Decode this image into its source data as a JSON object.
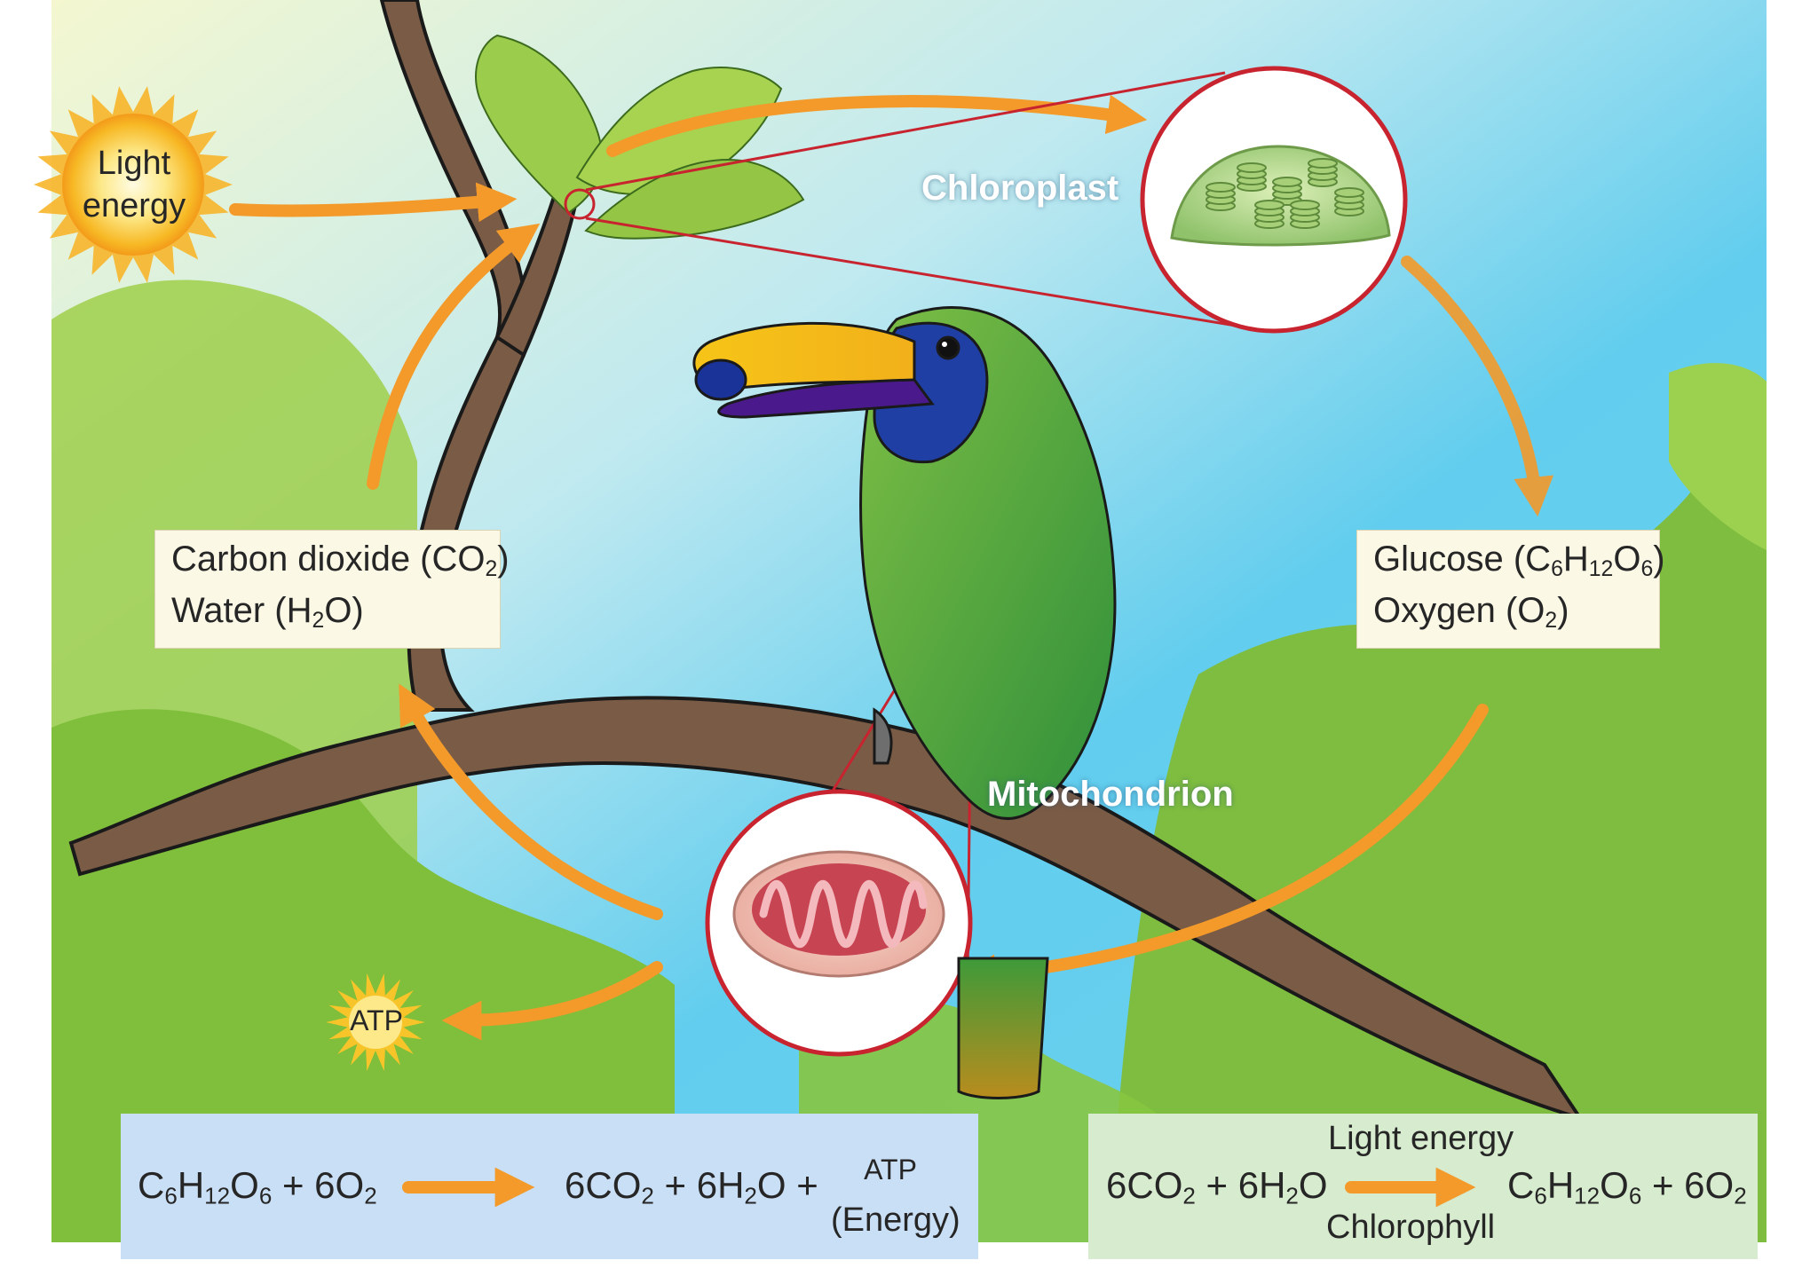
{
  "colors": {
    "arrow": "#f39a2a",
    "magnify_ring": "#c8242f",
    "label_box": "#fbf8e6",
    "cellular_box": "#c9dff5",
    "photo_box": "#d7ebcf",
    "sky": "#6fd2f0",
    "foliage": "#8cc63f"
  },
  "sun": {
    "icon": "sun-icon",
    "line1": "Light",
    "line2": "energy"
  },
  "chloroplast": {
    "label": "Chloroplast",
    "icon": "chloroplast-icon"
  },
  "mitochondrion": {
    "label": "Mitochondrion",
    "icon": "mitochondrion-icon"
  },
  "reactants_box": {
    "co2": {
      "name": "Carbon dioxide (CO",
      "sub": "2",
      "end": ")"
    },
    "water": {
      "name": "Water (H",
      "sub": "2",
      "end": "O)"
    }
  },
  "products_box": {
    "glucose": {
      "a": "Glucose (C",
      "s1": "6",
      "b": "H",
      "s2": "12",
      "c": "O",
      "s3": "6",
      "d": ")"
    },
    "oxygen": {
      "a": "Oxygen (O",
      "s1": "2",
      "b": ")"
    }
  },
  "atp_burst": {
    "label": "ATP"
  },
  "cellular_respiration": {
    "lhs": {
      "a": "C",
      "s1": "6",
      "b": "H",
      "s2": "12",
      "c": "O",
      "s3": "6",
      "d": " + 6O",
      "s4": "2"
    },
    "rhs": {
      "a": "6CO",
      "s1": "2",
      "b": " + 6H",
      "s2": "2",
      "c": "O + "
    },
    "atp": "ATP",
    "energy": "(Energy)"
  },
  "photosynthesis": {
    "lhs": {
      "a": "6CO",
      "s1": "2",
      "b": " + 6H",
      "s2": "2",
      "c": "O"
    },
    "rhs": {
      "a": "C",
      "s1": "6",
      "b": "H",
      "s2": "12",
      "c": "O",
      "s3": "6",
      "d": " + 6O",
      "s4": "2"
    },
    "above": "Light energy",
    "below": "Chlorophyll"
  }
}
